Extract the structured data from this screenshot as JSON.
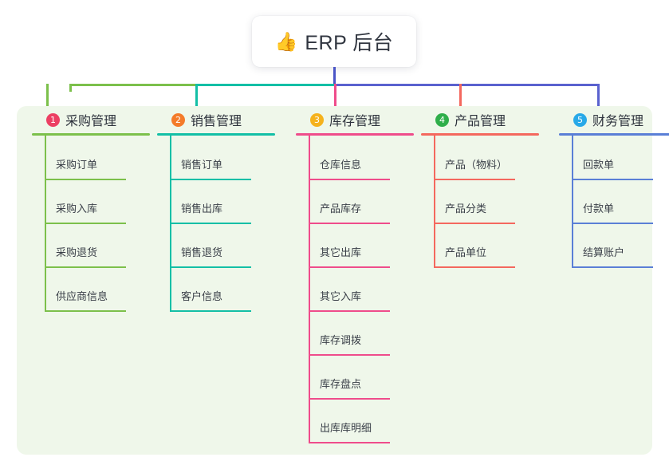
{
  "root": {
    "icon": "thumbs-up-icon",
    "icon_glyph": "👍",
    "title": "ERP 后台"
  },
  "palette": {
    "panel_background": "#eff7ea",
    "page_background": "#ffffff",
    "root_stem": "#4a55c7",
    "bus_green": "#7cc04b",
    "bus_teal": "#13bfa6",
    "bus_blue": "#5a62cf"
  },
  "columns": [
    {
      "number": "1",
      "title": "采购管理",
      "badge_color": "#ec3f63",
      "line_color": "#7cc04b",
      "drop_color": "#7cc04b",
      "items": [
        {
          "label": "采购订单"
        },
        {
          "label": "采购入库"
        },
        {
          "label": "采购退货"
        },
        {
          "label": "供应商信息"
        }
      ]
    },
    {
      "number": "2",
      "title": "销售管理",
      "badge_color": "#f47b2a",
      "line_color": "#13bfa6",
      "drop_color": "#13bfa6",
      "items": [
        {
          "label": "销售订单"
        },
        {
          "label": "销售出库"
        },
        {
          "label": "销售退货"
        },
        {
          "label": "客户信息"
        }
      ]
    },
    {
      "number": "3",
      "title": "库存管理",
      "badge_color": "#f5b21c",
      "line_color": "#ef4c8b",
      "drop_color": "#ef4c8b",
      "items": [
        {
          "label": "仓库信息"
        },
        {
          "label": "产品库存"
        },
        {
          "label": "其它出库"
        },
        {
          "label": "其它入库"
        },
        {
          "label": "库存调拨"
        },
        {
          "label": "库存盘点"
        },
        {
          "label": "出库库明细"
        }
      ]
    },
    {
      "number": "4",
      "title": "产品管理",
      "badge_color": "#2fae4a",
      "line_color": "#f4685e",
      "drop_color": "#f4685e",
      "items": [
        {
          "label": "产品（物料）"
        },
        {
          "label": "产品分类"
        },
        {
          "label": "产品单位"
        }
      ]
    },
    {
      "number": "5",
      "title": "财务管理",
      "badge_color": "#28a9e8",
      "line_color": "#5a7fd6",
      "drop_color": "#5a62cf",
      "items": [
        {
          "label": "回款单"
        },
        {
          "label": "付款单"
        },
        {
          "label": "结算账户"
        }
      ]
    }
  ]
}
